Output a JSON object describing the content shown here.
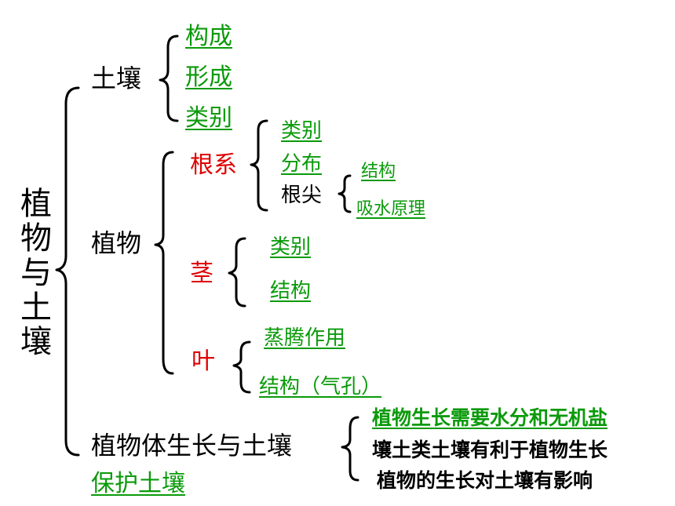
{
  "root": {
    "chars": [
      "植",
      "物",
      "与",
      "土",
      "壤"
    ]
  },
  "soil": {
    "label": "土壤",
    "items": [
      "构成",
      "形成",
      "类别"
    ]
  },
  "plant": {
    "label": "植物",
    "root_system": {
      "label": "根系",
      "items": [
        "类别",
        "分布"
      ],
      "root_tip": {
        "label": "根尖",
        "items": [
          "结构",
          "吸水原理"
        ]
      }
    },
    "stem": {
      "label": "茎",
      "items": [
        "类别",
        "结构"
      ]
    },
    "leaf": {
      "label": "叶",
      "items": [
        "蒸腾作用",
        "结构（气孔）"
      ]
    }
  },
  "growth": {
    "label": "植物体生长与土壤",
    "items": [
      "植物生长需要水分和无机盐",
      "壤土类土壤有利于植物生长",
      "植物的生长对土壤有影响"
    ]
  },
  "protect": {
    "label": "保护土壤"
  },
  "colors": {
    "highlight": "#0a9a0a",
    "category": "#e00000",
    "text": "#000000"
  }
}
